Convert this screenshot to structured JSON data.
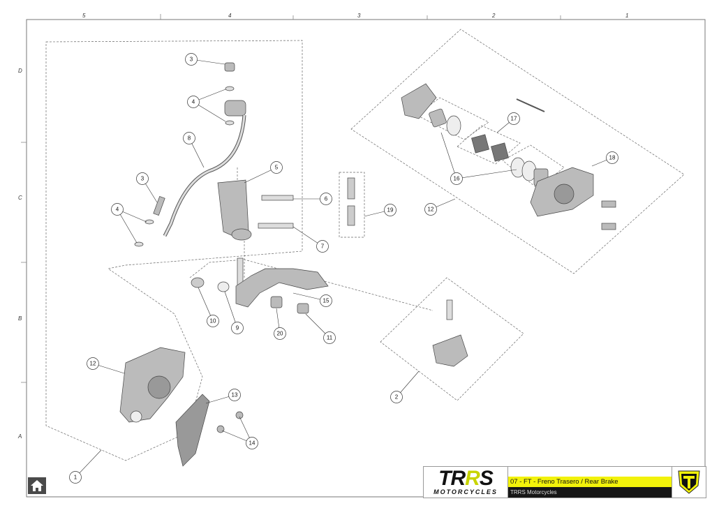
{
  "zones": {
    "columns": [
      "5",
      "4",
      "3",
      "2",
      "1"
    ],
    "rows": [
      "D",
      "C",
      "B",
      "A"
    ]
  },
  "callouts": [
    "3",
    "4",
    "8",
    "3",
    "4",
    "5",
    "6",
    "19",
    "7",
    "15",
    "10",
    "9",
    "20",
    "11",
    "12",
    "13",
    "14",
    "1",
    "2",
    "17",
    "16",
    "18",
    "12"
  ],
  "title_block": {
    "logo_text": "TRRS",
    "logo_subtext": "MOTORCYCLES",
    "title": "07 - FT - Freno Trasero / Rear Brake",
    "company": "TRRS Motorcycles"
  },
  "colors": {
    "accent": "#f2f20a",
    "dark": "#161616"
  },
  "icons": {
    "home": "home-icon",
    "brand": "trrs-shield-icon"
  }
}
